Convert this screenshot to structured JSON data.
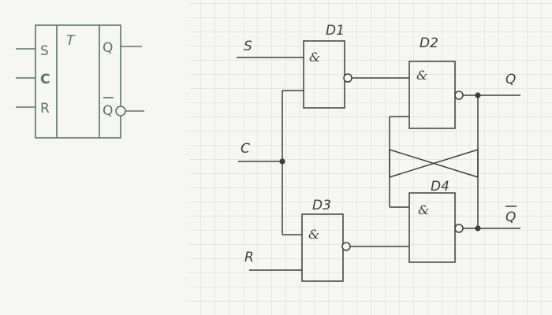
{
  "symbol": {
    "inputs": [
      "S",
      "C",
      "R"
    ],
    "type_label": "T",
    "outputs": [
      "Q",
      "Q"
    ]
  },
  "gates": [
    {
      "id": "D1",
      "op": "&"
    },
    {
      "id": "D2",
      "op": "&"
    },
    {
      "id": "D3",
      "op": "&"
    },
    {
      "id": "D4",
      "op": "&"
    }
  ],
  "signals": {
    "s": "S",
    "c": "C",
    "r": "R",
    "q": "Q",
    "qbar": "Q"
  },
  "colors": {
    "ink": "#3e3e3e",
    "symbol": "#5c7466",
    "grid": "#d3d8d9",
    "paper": "#f6f6f3"
  }
}
